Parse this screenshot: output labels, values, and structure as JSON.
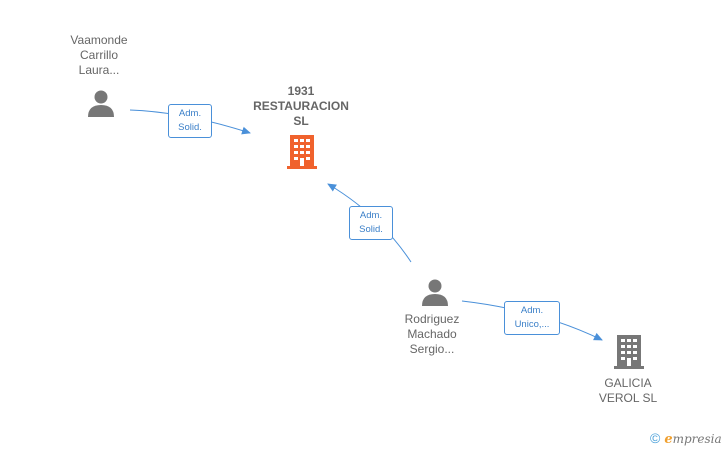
{
  "nodes": {
    "person_vaamonde": {
      "lines": [
        "Vaamonde",
        "Carrillo",
        "Laura..."
      ]
    },
    "company_1931": {
      "lines": [
        "1931",
        "RESTAURACION",
        "SL"
      ]
    },
    "person_rodriguez": {
      "lines": [
        "Rodriguez",
        "Machado",
        "Sergio..."
      ]
    },
    "company_galicia": {
      "lines": [
        "GALICIA",
        "VEROL SL"
      ]
    }
  },
  "edges": {
    "e1": {
      "lines": [
        "Adm.",
        "Solid."
      ]
    },
    "e2": {
      "lines": [
        "Adm.",
        "Solid."
      ]
    },
    "e3": {
      "lines": [
        "Adm.",
        "Unico,..."
      ]
    }
  },
  "colors": {
    "edge": "#4a90d9",
    "person_icon": "#777777",
    "company_highlight": "#f0622d",
    "company_default": "#777777"
  },
  "footer": {
    "copyright_symbol": "©",
    "brand_first": "e",
    "brand_rest": "mpresia"
  }
}
